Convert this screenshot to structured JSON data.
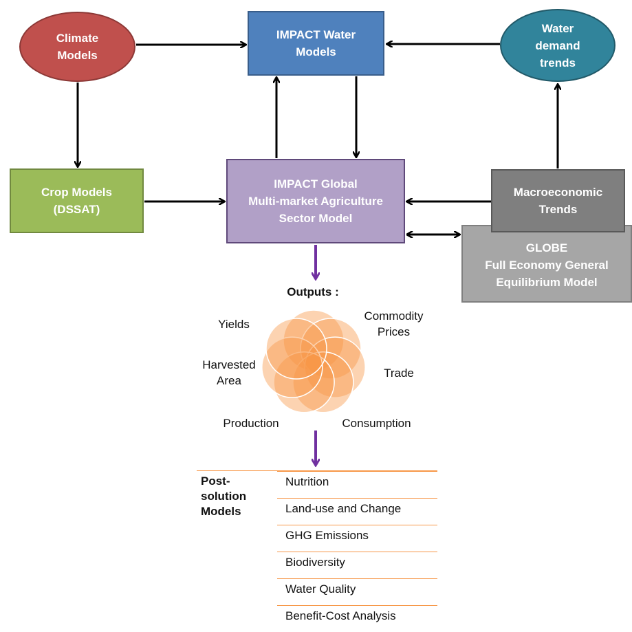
{
  "nodes": {
    "climate": "Climate\nModels",
    "impact_water": "IMPACT Water\nModels",
    "water_demand": "Water\ndemand\ntrends",
    "crop": "Crop Models\n(DSSAT)",
    "impact_global": "IMPACT Global\nMulti-market Agriculture\nSector Model",
    "macro": "Macroeconomic\nTrends",
    "globe": "GLOBE\nFull Economy General\nEquilibrium  Model"
  },
  "outputs": {
    "title": "Outputs :",
    "items": {
      "yields": "Yields",
      "commodity": "Commodity\nPrices",
      "harvested": "Harvested\nArea",
      "trade": "Trade",
      "production": "Production",
      "consumption": "Consumption"
    }
  },
  "post_solution": {
    "label": "Post-\nsolution\nModels",
    "models": [
      "Nutrition",
      "Land-use and Change",
      "GHG Emissions",
      "Biodiversity",
      "Water Quality",
      "Benefit-Cost Analysis"
    ]
  },
  "colors": {
    "climate": "#c0504d",
    "impact_water": "#4f81bd",
    "water_demand": "#31849b",
    "crop": "#9bbb59",
    "impact_global": "#b1a0c7",
    "macro": "#7f7f7f",
    "globe": "#a6a6a6",
    "petal": "#f79646",
    "purple_arrow": "#7030a0"
  }
}
